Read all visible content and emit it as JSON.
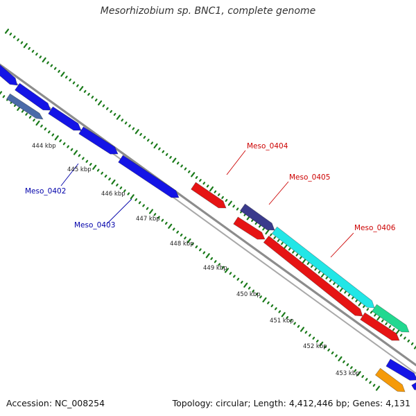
{
  "title": "Mesorhizobium sp. BNC1, complete genome",
  "accession": "Accession: NC_008254",
  "summary": "Topology: circular; Length: 4,412,446 bp; Genes: 4,131",
  "colors": {
    "backbone": "#8c8c8c",
    "tick_green": "#1a7a1a",
    "label_red": "#cc0000",
    "label_blue": "#0000aa",
    "gene_blue": "#1414e6",
    "gene_red": "#e61414",
    "gene_navy": "#3a3a8c",
    "gene_steel": "#4a6aa8",
    "gene_cyan": "#22e6e6",
    "gene_teal": "#22d890",
    "gene_orange": "#f59a0a"
  },
  "scale_labels": [
    "444 kbp",
    "445 kbp",
    "446 kbp",
    "447 kbp",
    "448 kbp",
    "449 kbp",
    "450 kbp",
    "451 kbp",
    "452 kbp",
    "453 kbp"
  ],
  "callouts": [
    {
      "label": "Meso_0402",
      "color": "#0000aa"
    },
    {
      "label": "Meso_0403",
      "color": "#0000aa"
    },
    {
      "label": "Meso_0404",
      "color": "#cc0000"
    },
    {
      "label": "Meso_0405",
      "color": "#cc0000"
    },
    {
      "label": "Meso_0406",
      "color": "#cc0000"
    }
  ]
}
